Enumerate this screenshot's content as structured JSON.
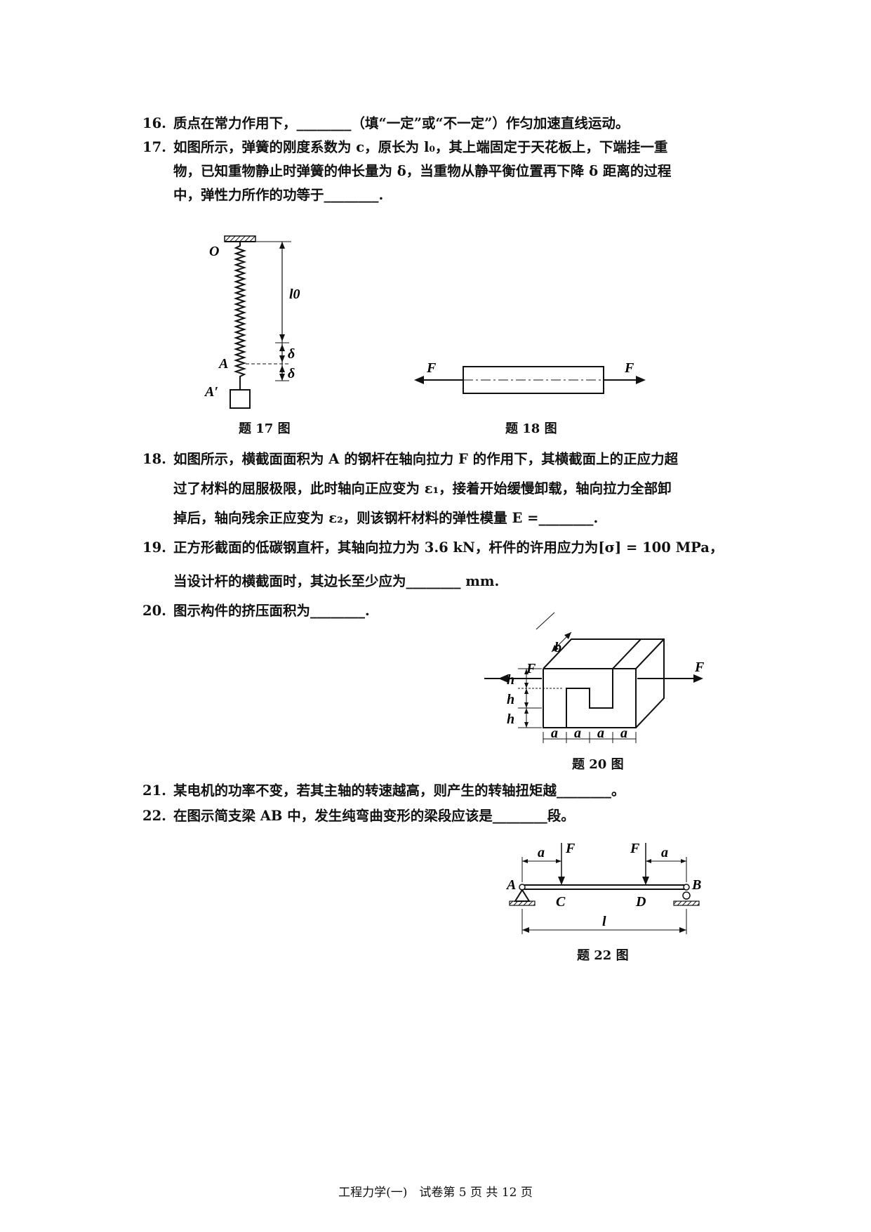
{
  "questions": [
    {
      "num": "16.",
      "lines": [
        "质点在常力作用下，________（填“一定”或“不一定”）作匀加速直线运动。"
      ]
    },
    {
      "num": "17.",
      "lines": [
        "如图所示，弹簧的刚度系数为 c，原长为 l₀，其上端固定于天花板上，下端挂一重",
        "物，已知重物静止时弹簧的伸长量为 δ，当重物从静平衡位置再下降 δ 距离的过程",
        "中，弹性力所作的功等于________."
      ]
    },
    {
      "num": "18.",
      "lines": [
        "如图所示，横截面面积为 A 的钢杆在轴向拉力 F 的作用下，其横截面上的正应力超",
        "过了材料的屈服极限，此时轴向正应变为 ε₁，接着开始缓慢卸载，轴向拉力全部卸",
        "掉后，轴向残余正应变为 ε₂，则该钢杆材料的弹性模量 E =________."
      ]
    },
    {
      "num": "19.",
      "lines": [
        "正方形截面的低碳钢直杆，其轴向拉力为 3.6 kN，杆件的许用应力为[σ] = 100 MPa，",
        "当设计杆的横截面时，其边长至少应为________ mm."
      ]
    },
    {
      "num": "20.",
      "lines": [
        "图示构件的挤压面积为________."
      ]
    },
    {
      "num": "21.",
      "lines": [
        "某电机的功率不变，若其主轴的转速越高，则产生的转轴扭矩越________。"
      ]
    },
    {
      "num": "22.",
      "lines": [
        "在图示简支梁 AB 中，发生纯弯曲变形的梁段应该是________段。"
      ]
    }
  ],
  "figures": {
    "fig17": {
      "caption": "题 17 图",
      "label_O": "O",
      "label_l0": "l0",
      "label_A": "A",
      "label_A2": "A′",
      "label_delta": "δ"
    },
    "fig18": {
      "caption": "题 18 图",
      "label_F": "F"
    },
    "fig20": {
      "caption": "题 20 图",
      "label_b": "b",
      "label_h": "h",
      "label_F": "F",
      "label_a": "a"
    },
    "fig22": {
      "caption": "题 22 图",
      "label_a": "a",
      "label_F": "F",
      "label_A": "A",
      "label_B": "B",
      "label_C": "C",
      "label_D": "D",
      "label_l": "l"
    }
  },
  "footer": "工程力学(一)　试卷第 5 页 共 12 页"
}
